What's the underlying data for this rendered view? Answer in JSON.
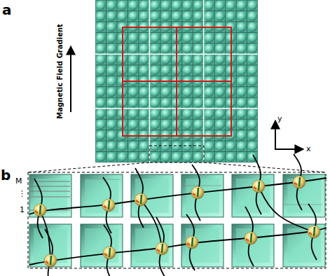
{
  "diagram": {
    "labels": [
      "a",
      "Magnetic Field Gradient",
      "y",
      "x",
      "b",
      "M",
      "⋮",
      "1"
    ]
  }
}
